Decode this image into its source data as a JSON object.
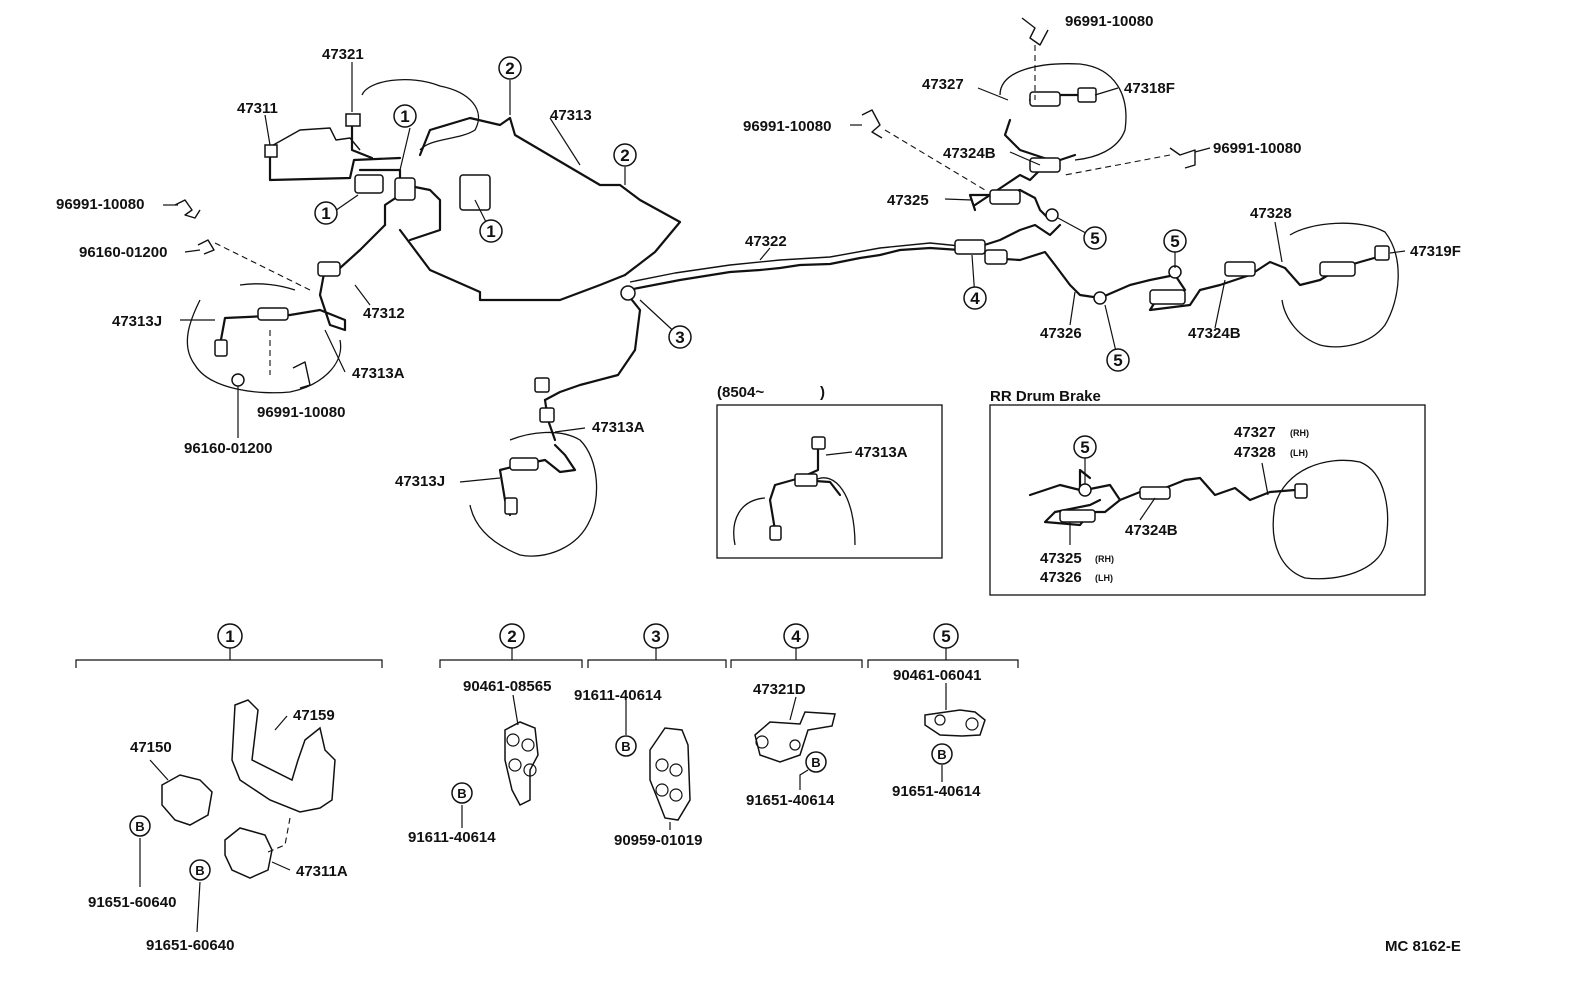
{
  "diagram": {
    "code": "MC 8162-E",
    "inset_8504": {
      "label_open": "(8504~",
      "label_close": ")",
      "part": "47313A"
    },
    "inset_drum": {
      "title": "RR Drum Brake",
      "ref": "5",
      "p47327": "47327",
      "rh": "(RH)",
      "p47328": "47328",
      "lh": "(LH)",
      "p47324b": "47324B",
      "p47325": "47325",
      "rh2": "(RH)",
      "p47326": "47326",
      "lh2": "(LH)"
    },
    "main_labels": {
      "p47321": "47321",
      "p47311": "47311",
      "p96991_a": "96991-10080",
      "p96160_a": "96160-01200",
      "p47313j_a": "47313J",
      "p47313a_a": "47313A",
      "p96991_b": "96991-10080",
      "p96160_b": "96160-01200",
      "p47312": "47312",
      "p47313": "47313",
      "p47322": "47322",
      "p47313a_b": "47313A",
      "p47313j_b": "47313J",
      "p96991_c": "96991-10080",
      "p96991_d": "96991-10080",
      "p47327": "47327",
      "p47318f": "47318F",
      "p96991_e": "96991-10080",
      "p47324b_a": "47324B",
      "p47325": "47325",
      "p47328": "47328",
      "p47319f": "47319F",
      "p47326": "47326",
      "p47324b_b": "47324B"
    },
    "refs": {
      "r1": "1",
      "r2": "2",
      "r3": "3",
      "r4": "4",
      "r5": "5"
    },
    "groups": {
      "g1": {
        "id": "1",
        "p47159": "47159",
        "p47150": "47150",
        "b": "B",
        "p91651_1": "91651-60640",
        "p47311a": "47311A",
        "p91651_2": "91651-60640"
      },
      "g2": {
        "id": "2",
        "p90461": "90461-08565",
        "b": "B",
        "p91611": "91611-40614"
      },
      "g3": {
        "id": "3",
        "p91611": "91611-40614",
        "b": "B",
        "p90959": "90959-01019"
      },
      "g4": {
        "id": "4",
        "p47321d": "47321D",
        "b": "B",
        "p91651": "91651-40614"
      },
      "g5": {
        "id": "5",
        "p90461": "90461-06041",
        "b": "B",
        "p91651": "91651-40614"
      }
    }
  }
}
